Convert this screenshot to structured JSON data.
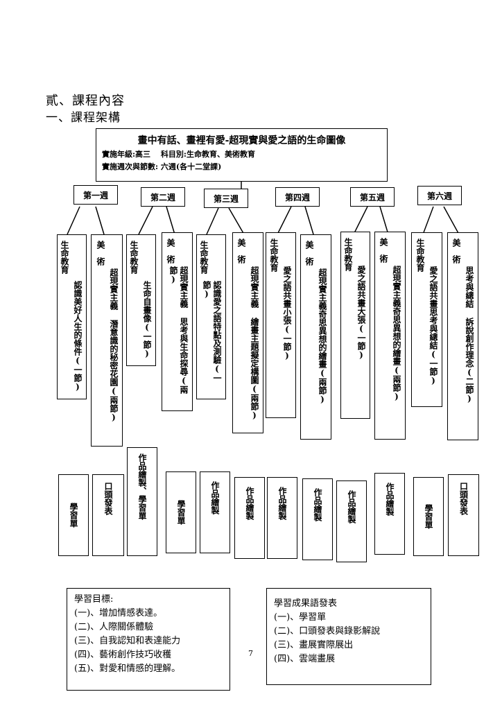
{
  "heading1": "貳、課程內容",
  "heading2": "一、課程架構",
  "title": {
    "main": "畫中有話、畫裡有愛-超現實與愛之語的生命圖像",
    "line1": "實施年級:高三　 科目別:生命教育、美術教育",
    "line2": "實施週次與節數: 六週(各十二堂課)"
  },
  "weeks": [
    "第一週",
    "第二週",
    "第三週",
    "第四週",
    "第五週",
    "第六週"
  ],
  "lessons": [
    {
      "col1": "生命教育",
      "col2": "認識美好人生的條件(一節)"
    },
    {
      "col1": "美　術",
      "col2": "超現實主義 潛意識的秘密花園(兩節)"
    },
    {
      "col1": "生命教育",
      "col2": "生命自畫像(一節)"
    },
    {
      "col1": "美　術",
      "col2": "超現實主義 思考與生命探尋(兩節)"
    },
    {
      "col1": "生命教育",
      "col2": "認識愛之語特點及測驗(一節)"
    },
    {
      "col1": "美　術",
      "col2": "超現實主義 繪畫主題擬定構圖(兩節)"
    },
    {
      "col1": "生命教育",
      "col2": "愛之語共畫小張(一節)"
    },
    {
      "col1": "美　術",
      "col2": "超現實主義奇思異想的繪畫(兩節)"
    },
    {
      "col1": "生命教育",
      "col2": "愛之語共畫大張(一節)"
    },
    {
      "col1": "美　術",
      "col2": "超現實主義奇思異想的繪畫(兩節)"
    },
    {
      "col1": "生命教育",
      "col2": "愛之語共畫思考與總結(一節)"
    },
    {
      "col1": "美　術",
      "col2": "思考與總結 訴說創作理念(二節)"
    }
  ],
  "outputs": [
    "學習單",
    "口頭發表",
    "作品繪製、學習單",
    "學習單",
    "作品繪製",
    "作品繪製",
    "作品繪製",
    "作品繪製",
    "作品繪製",
    "作品繪製",
    "學習單",
    "口頭發表"
  ],
  "goals": {
    "title": "學習目標:",
    "items": [
      "(一)、增加情感表達。",
      "(二)、人際關係體驗",
      "(三)、自我認知和表達能力",
      "(四)、藝術創作技巧收穫",
      "(五)、對愛和情感的理解。"
    ]
  },
  "results": {
    "title": "學習成果語發表",
    "items": [
      "(一)、學習單",
      "(二)、口頭發表與錄影解說",
      "(三)、畫展實際展出",
      "(四)、雲端畫展"
    ]
  },
  "page_number": "7"
}
